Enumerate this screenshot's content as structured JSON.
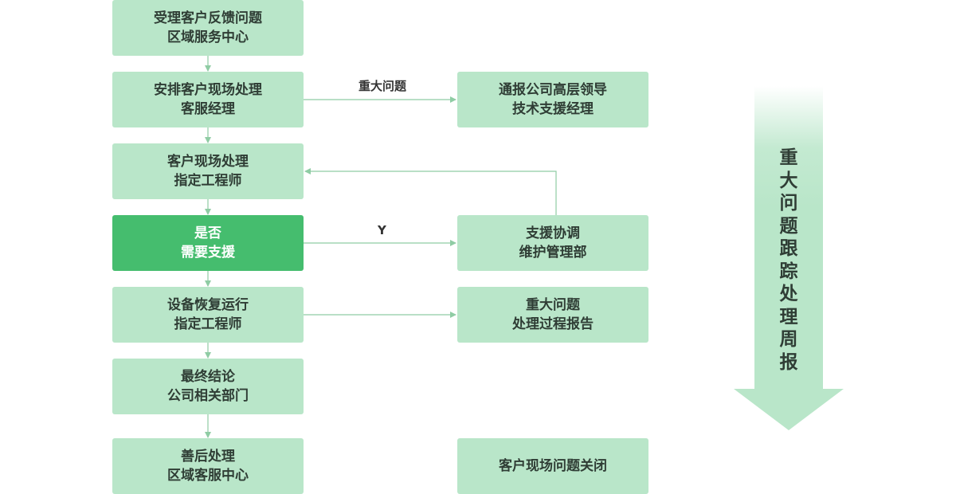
{
  "flow": {
    "n1": {
      "line1": "受理客户反馈问题",
      "line2": "区域服务中心"
    },
    "n2": {
      "line1": "安排客户现场处理",
      "line2": "客服经理"
    },
    "n3": {
      "line1": "客户现场处理",
      "line2": "指定工程师"
    },
    "n4": {
      "line1": "是否",
      "line2": "需要支援"
    },
    "n5": {
      "line1": "设备恢复运行",
      "line2": "指定工程师"
    },
    "n6": {
      "line1": "最终结论",
      "line2": "公司相关部门"
    },
    "n7": {
      "line1": "善后处理",
      "line2": "区域客服中心"
    },
    "r1": {
      "line1": "通报公司高层领导",
      "line2": "技术支援经理"
    },
    "r2": {
      "line1": "支援协调",
      "line2": "维护管理部"
    },
    "r3": {
      "line1": "重大问题",
      "line2": "处理过程报告"
    },
    "r4": {
      "line1": "客户现场问题关闭"
    }
  },
  "edge_labels": {
    "major_issue": "重大问题",
    "yes": "Y"
  },
  "side_arrow": {
    "chars": [
      "重",
      "大",
      "问",
      "题",
      "跟",
      "踪",
      "处",
      "理",
      "周",
      "报"
    ]
  },
  "colors": {
    "box_fill": "#b9e6c9",
    "highlight_fill": "#45bd6e",
    "connector": "#8fcca4",
    "text": "#2f3d35"
  }
}
